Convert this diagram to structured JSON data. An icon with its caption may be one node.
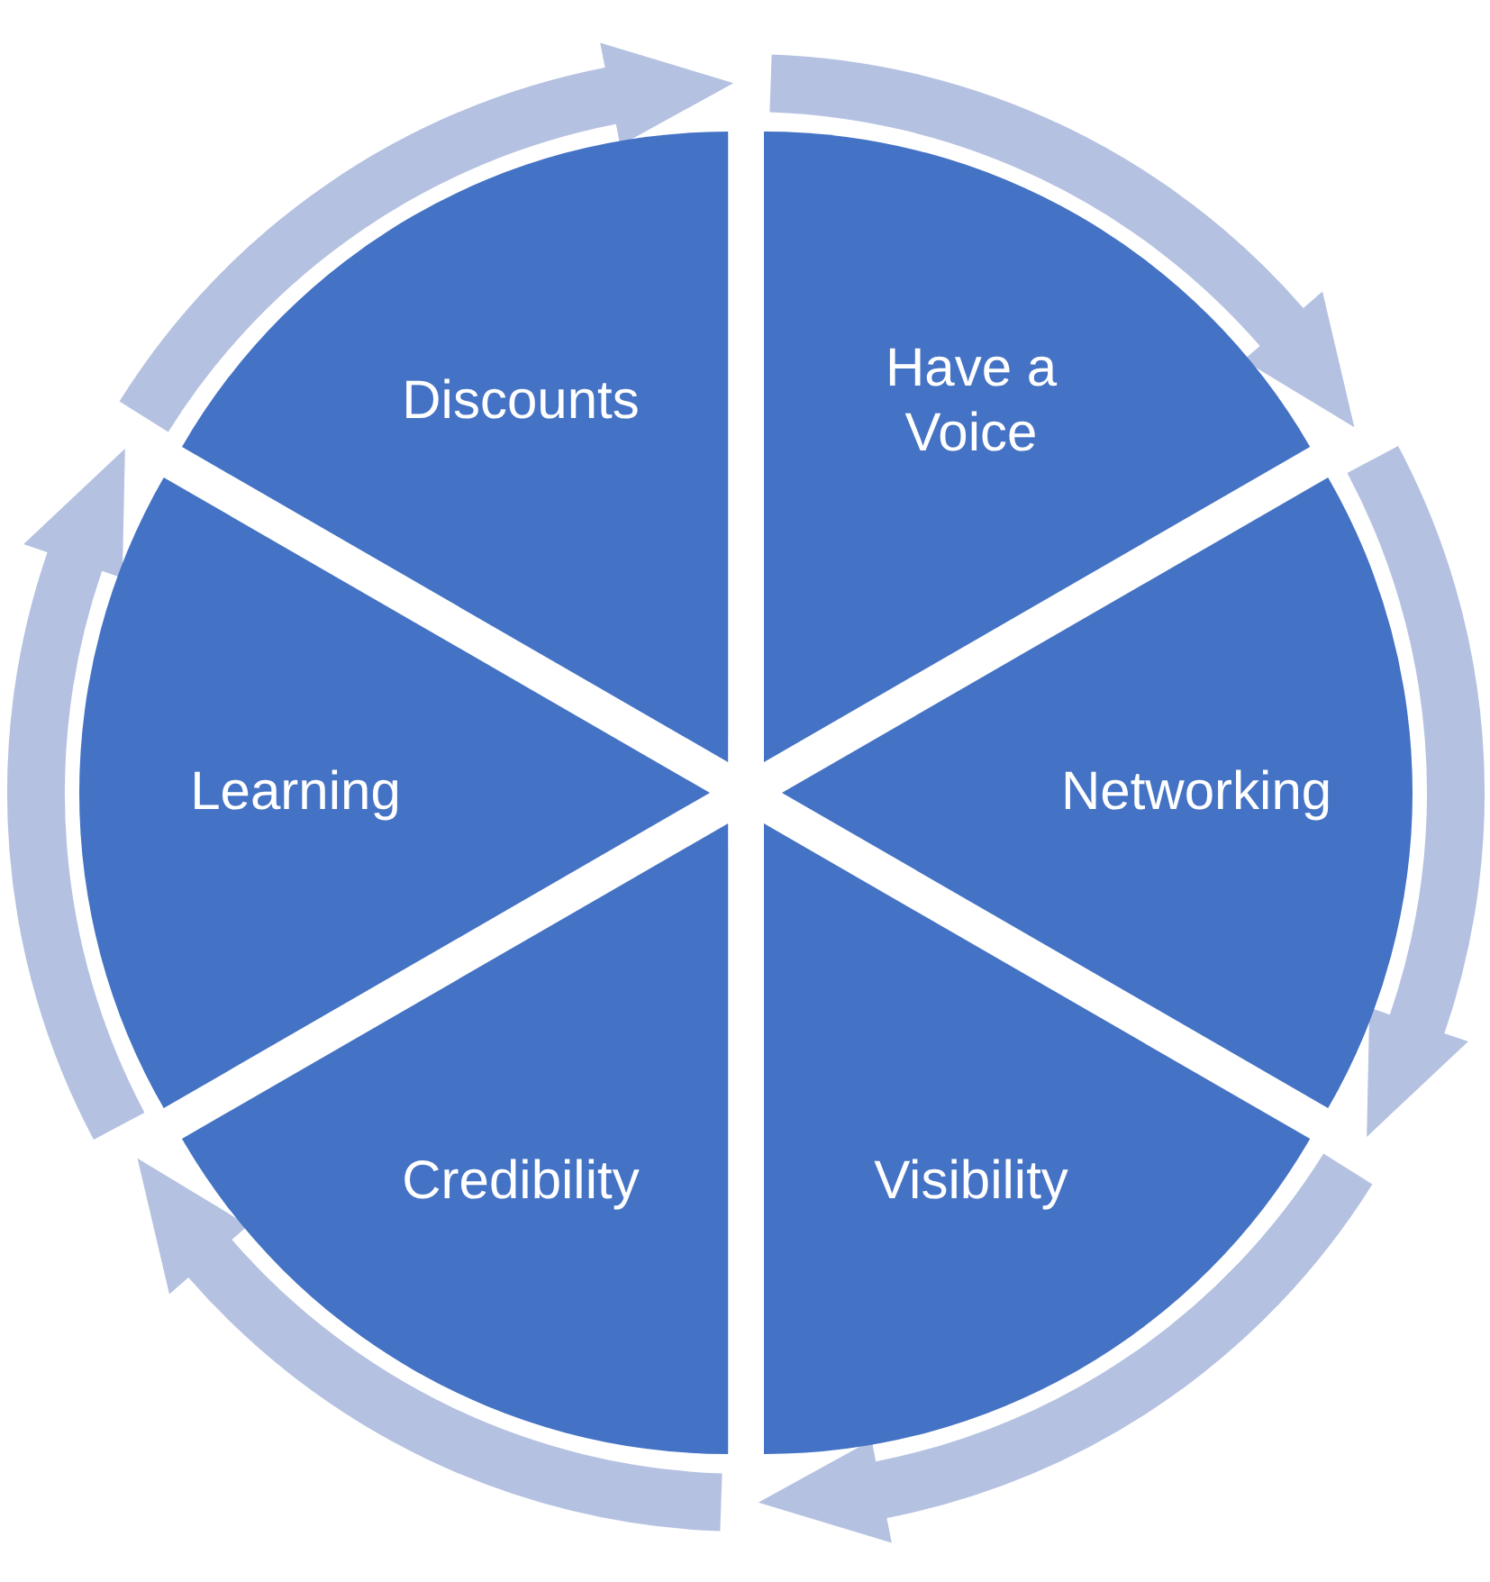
{
  "diagram": {
    "nodes": [
      {
        "text": [
          "Discounts"
        ]
      },
      {
        "text": [
          "Have a Voice"
        ]
      },
      {
        "text": [
          "Networking"
        ]
      },
      {
        "text": [
          "Visibility"
        ]
      },
      {
        "text": [
          "Credibility"
        ]
      },
      {
        "text": [
          "Learning"
        ]
      }
    ],
    "edges": [
      {
        "from": 0,
        "to": 1,
        "arrow": "to"
      },
      {
        "from": 1,
        "to": 2,
        "arrow": "to"
      },
      {
        "from": 2,
        "to": 3,
        "arrow": "to"
      },
      {
        "from": 3,
        "to": 4,
        "arrow": "to"
      },
      {
        "from": 4,
        "to": 5,
        "arrow": "to"
      },
      {
        "from": 5,
        "to": 0,
        "arrow": "to"
      }
    ]
  }
}
